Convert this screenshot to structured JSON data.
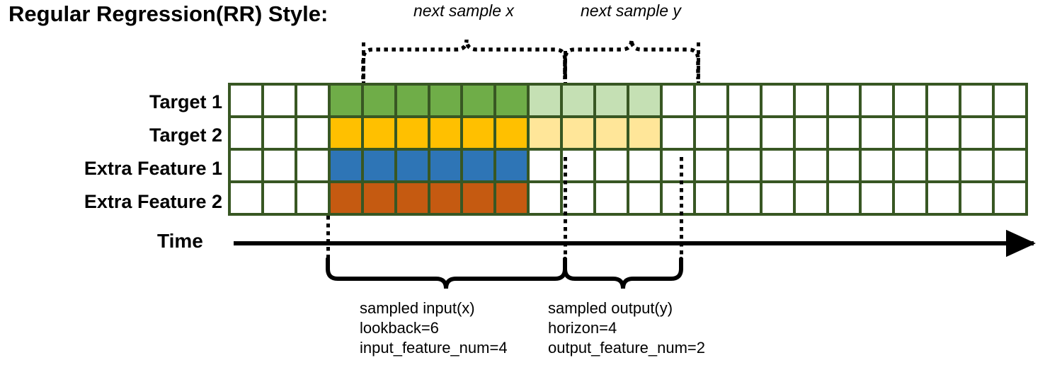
{
  "title": "Regular Regression(RR) Style:",
  "rows": [
    {
      "label": "Target 1",
      "color": "#6FAD48",
      "light": "#C5E0B4",
      "has_output": true
    },
    {
      "label": "Target 2",
      "color": "#FFC000",
      "light": "#FFE699",
      "has_output": true
    },
    {
      "label": "Extra Feature 1",
      "color": "#2E75B6",
      "light": null,
      "has_output": false
    },
    {
      "label": "Extra Feature 2",
      "color": "#C55A11",
      "light": null,
      "has_output": false
    }
  ],
  "grid": {
    "total_columns": 24,
    "total_rows": 4,
    "lead_blank_columns": 3,
    "input_columns": 6,
    "output_columns": 4,
    "trailing_blank_columns": 11,
    "border_color": "#385723",
    "empty_color": "#FFFFFF"
  },
  "top_braces": [
    {
      "label": "next sample x"
    },
    {
      "label": "next sample y"
    }
  ],
  "bottom_braces": [
    {
      "lines": [
        "sampled input(x)",
        "lookback=6",
        "input_feature_num=4"
      ]
    },
    {
      "lines": [
        "sampled output(y)",
        "horizon=4",
        "output_feature_num=2"
      ]
    }
  ],
  "axis": {
    "label": "Time"
  },
  "chart_data": {
    "type": "heatmap",
    "title": "Regular Regression(RR) Style:",
    "categories": [
      "Target 1",
      "Target 2",
      "Extra Feature 1",
      "Extra Feature 2"
    ],
    "xlabel": "Time",
    "ylabel": "",
    "grid": true,
    "legend_position": "none",
    "annotations": [
      "next sample x",
      "next sample y",
      "sampled input(x)",
      "lookback=6",
      "input_feature_num=4",
      "sampled output(y)",
      "horizon=4",
      "output_feature_num=2"
    ],
    "series": [
      {
        "name": "Target 1",
        "values": [
          0,
          0,
          0,
          1,
          1,
          1,
          1,
          1,
          1,
          2,
          2,
          2,
          2,
          0,
          0,
          0,
          0,
          0,
          0,
          0,
          0,
          0,
          0,
          0
        ]
      },
      {
        "name": "Target 2",
        "values": [
          0,
          0,
          0,
          1,
          1,
          1,
          1,
          1,
          1,
          2,
          2,
          2,
          2,
          0,
          0,
          0,
          0,
          0,
          0,
          0,
          0,
          0,
          0,
          0
        ]
      },
      {
        "name": "Extra Feature 1",
        "values": [
          0,
          0,
          0,
          1,
          1,
          1,
          1,
          1,
          1,
          0,
          0,
          0,
          0,
          0,
          0,
          0,
          0,
          0,
          0,
          0,
          0,
          0,
          0,
          0
        ]
      },
      {
        "name": "Extra Feature 2",
        "values": [
          0,
          0,
          0,
          1,
          1,
          1,
          1,
          1,
          1,
          0,
          0,
          0,
          0,
          0,
          0,
          0,
          0,
          0,
          0,
          0,
          0,
          0,
          0,
          0
        ]
      }
    ],
    "value_legend": {
      "0": "empty",
      "1": "sampled input (x)",
      "2": "sampled output (y)"
    }
  }
}
